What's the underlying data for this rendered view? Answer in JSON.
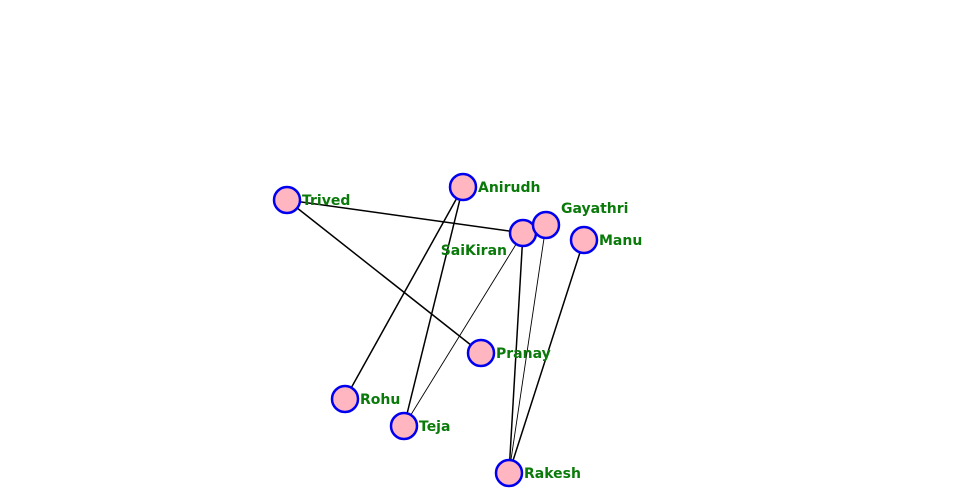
{
  "graph": {
    "node_fill": "#ffb6c1",
    "node_stroke": "#0000ee",
    "label_color": "#0a7a0a",
    "nodes": [
      {
        "id": "Trived",
        "label": "Trived"
      },
      {
        "id": "Anirudh",
        "label": "Anirudh"
      },
      {
        "id": "Sai",
        "label": "SaiKiran"
      },
      {
        "id": "Gayathri",
        "label": "Gayathri"
      },
      {
        "id": "Manu",
        "label": "Manu"
      },
      {
        "id": "Pranay",
        "label": "Pranay"
      },
      {
        "id": "Rohu",
        "label": "Rohu"
      },
      {
        "id": "Teja",
        "label": "Teja"
      },
      {
        "id": "Rakesh",
        "label": "Rakesh"
      }
    ],
    "edges": [
      {
        "source": "Trived",
        "target": "Sai"
      },
      {
        "source": "Trived",
        "target": "Pranay"
      },
      {
        "source": "Anirudh",
        "target": "Rohu"
      },
      {
        "source": "Anirudh",
        "target": "Teja"
      },
      {
        "source": "Sai",
        "target": "Teja",
        "weight": "thin"
      },
      {
        "source": "Sai",
        "target": "Rakesh"
      },
      {
        "source": "Gayathri",
        "target": "Rakesh",
        "weight": "thin"
      },
      {
        "source": "Manu",
        "target": "Rakesh"
      }
    ]
  }
}
